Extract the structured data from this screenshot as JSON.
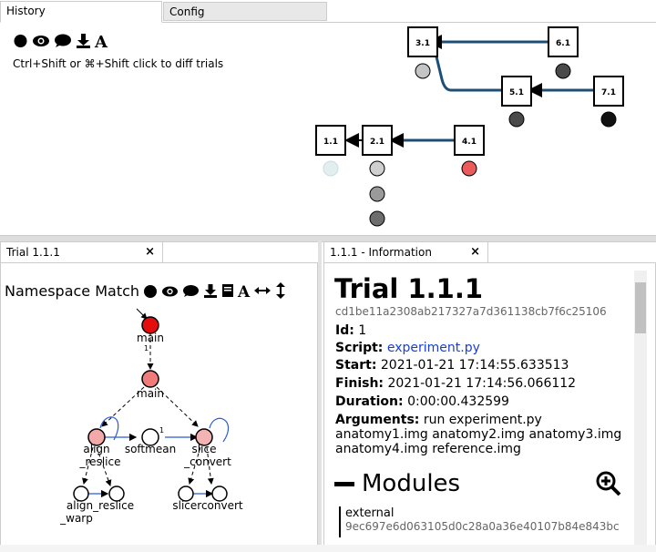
{
  "top_tabs": [
    {
      "label": "History",
      "active": true
    },
    {
      "label": "Config",
      "active": false
    }
  ],
  "history": {
    "icons": [
      "circle-icon",
      "eye-icon",
      "comment-icon",
      "download-icon",
      "font-icon"
    ],
    "hint": "Ctrl+Shift or ⌘+Shift click to diff trials",
    "nodes": [
      {
        "id": "3.1"
      },
      {
        "id": "6.1"
      },
      {
        "id": "5.1"
      },
      {
        "id": "7.1"
      },
      {
        "id": "1.1"
      },
      {
        "id": "2.1"
      },
      {
        "id": "4.1"
      }
    ],
    "accent_color": "#1d4f76"
  },
  "trial_panel": {
    "tab_label": "Trial 1.1.1",
    "close": "×",
    "title": "Namespace Match",
    "nodes": {
      "main1": "main",
      "main2": "main",
      "align_reslice": "align\n_reslice",
      "softmean": "softmean",
      "slice_convert": "slice\n_convert",
      "align_reslice_warp": "align_reslice\n_warp",
      "slicerconvert": "slicerconvert"
    }
  },
  "info_panel": {
    "tab_label": "1.1.1 - Information",
    "close": "×",
    "title": "Trial 1.1.1",
    "hash": "cd1be11a2308ab217327a7d361138cb7f6c25106",
    "id_label": "Id:",
    "id_value": "1",
    "script_label": "Script:",
    "script_value": "experiment.py",
    "start_label": "Start:",
    "start_value": "2021-01-21 17:14:55.633513",
    "finish_label": "Finish:",
    "finish_value": "2021-01-21 17:14:56.066112",
    "duration_label": "Duration:",
    "duration_value": "0:00:00.432599",
    "arguments_label": "Arguments:",
    "arguments_value": "run experiment.py anatomy1.img anatomy2.img anatomy3.img anatomy4.img reference.img",
    "modules_label": "Modules",
    "module_name": "external",
    "module_hash": "9ec697e6d063105d0c28a0a36e40107b84e843bc"
  }
}
